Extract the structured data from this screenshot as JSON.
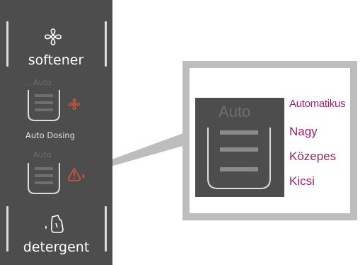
{
  "softener": {
    "label": "softener",
    "icon": "softener-flower-icon",
    "auto_label": "Auto",
    "status_icon": "flower-red-icon"
  },
  "auto_dosing": {
    "label": "Auto Dosing"
  },
  "detergent": {
    "label": "detergent",
    "icon": "detergent-bottle-icon",
    "auto_label": "Auto",
    "status_icon": "warning-drop-red-icon"
  },
  "callout": {
    "auto_label": "Auto",
    "options": [
      "Automatikus",
      "Nagy",
      "Közepes",
      "Kicsi"
    ]
  },
  "colors": {
    "panel_bg": "#4d4d4d",
    "text_white": "#ffffff",
    "dim_gray": "#6f6f6f",
    "accent_red": "#d8553b",
    "option_magenta": "#a0206e",
    "callout_border": "#bdbdbd"
  }
}
